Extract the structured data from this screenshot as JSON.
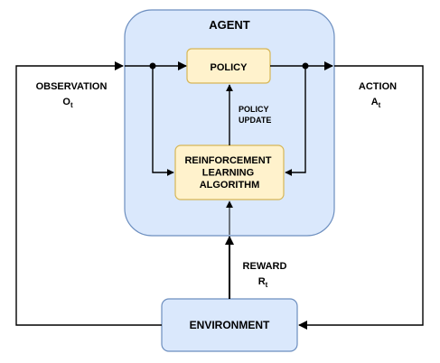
{
  "agent": {
    "title": "AGENT"
  },
  "nodes": {
    "policy": "POLICY",
    "rl_algorithm": [
      "REINFORCEMENT",
      "LEARNING",
      "ALGORITHM"
    ],
    "environment": "ENVIRONMENT"
  },
  "edges": {
    "policy_update": [
      "POLICY",
      "UPDATE"
    ],
    "observation": {
      "label": "OBSERVATION",
      "symbol": "O",
      "subscript": "t"
    },
    "action": {
      "label": "ACTION",
      "symbol": "A",
      "subscript": "t"
    },
    "reward": {
      "label": "REWARD",
      "symbol": "R",
      "subscript": "t"
    }
  },
  "colors": {
    "agent_fill": "#dae8fc",
    "agent_stroke": "#6c8ebf",
    "node_fill": "#fff2cc",
    "node_stroke": "#d6b656",
    "env_fill": "#dae8fc",
    "env_stroke": "#6c8ebf",
    "line": "#000000"
  }
}
